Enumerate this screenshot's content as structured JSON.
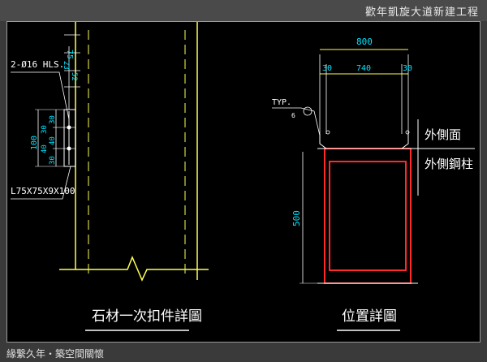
{
  "header": {
    "title": "歡年凱旋大道新建工程"
  },
  "footer": {
    "caption": "緣繫久年・築空間關懷"
  },
  "left_drawing": {
    "title": "石材一次扣件詳圖",
    "bolt_label": "2-Ø16 HLS.",
    "angle_label": "L75X75X9X100",
    "dim_75": "75",
    "dim_23": "23",
    "dim_52": "52",
    "dim_30a": "30",
    "dim_40": "40",
    "dim_30b": "30",
    "dim_100": "100",
    "dim_30c": "30",
    "dim_40b": "40"
  },
  "right_drawing": {
    "title": "位置詳圖",
    "dim_800": "800",
    "dim_30l": "30",
    "dim_740": "740",
    "dim_30r": "30",
    "dim_500": "500",
    "typ_label": "TYP.",
    "weld_label": "6",
    "label_face": "外側面",
    "label_column": "外側鋼柱"
  },
  "colors": {
    "dimension": "#00e5ff",
    "line": "#ffff55",
    "column": "#ff2a2a",
    "text": "#ffffff"
  }
}
